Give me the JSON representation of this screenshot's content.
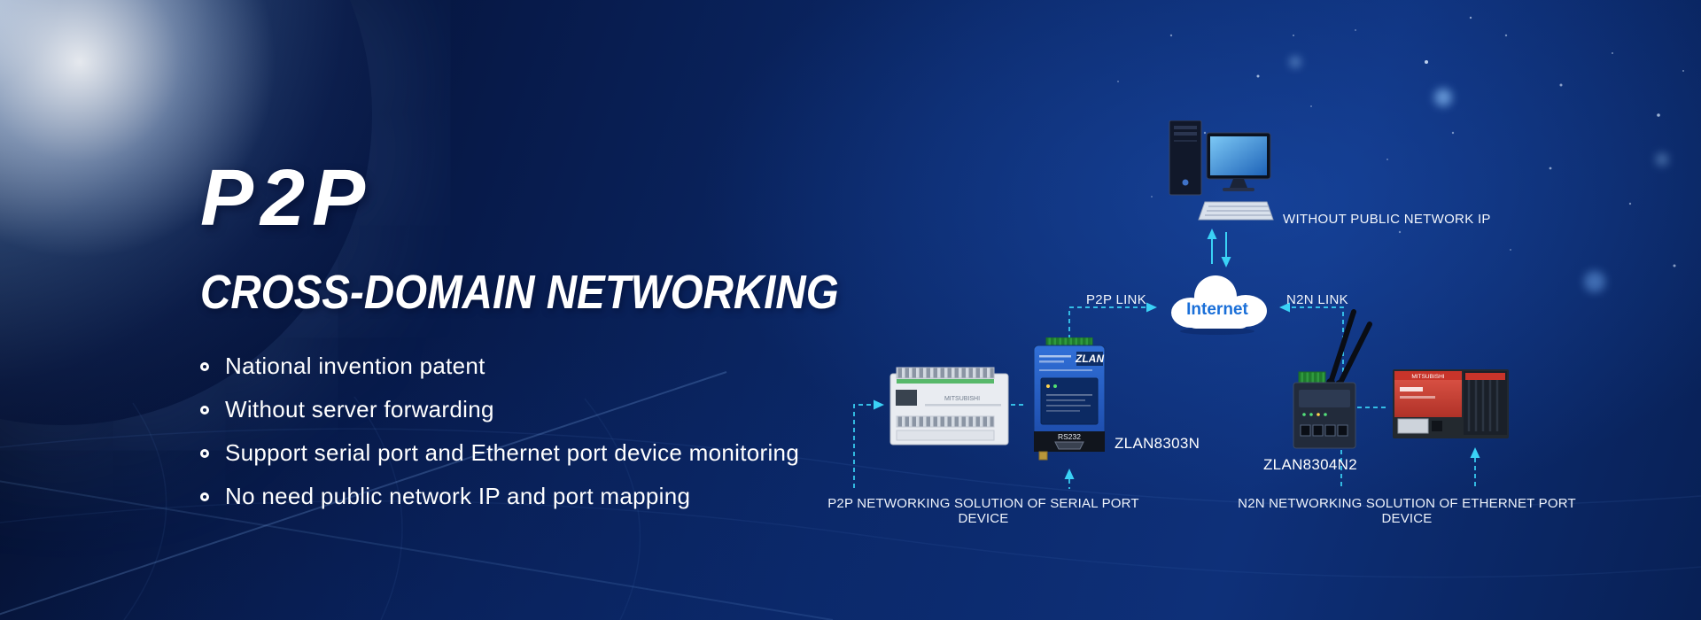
{
  "hero": {
    "title": "P2P",
    "subtitle": "CROSS-DOMAIN NETWORKING",
    "bullets": [
      "National invention patent",
      "Without server forwarding",
      "Support serial port and Ethernet port device monitoring",
      "No need public network IP and port mapping"
    ]
  },
  "diagram": {
    "pc_label": "WITHOUT PUBLIC NETWORK IP",
    "cloud_label": "Internet",
    "p2p_link_label": "P2P LINK",
    "n2n_link_label": "N2N LINK",
    "left_device": {
      "brand": "ZLAN",
      "port_label": "RS232",
      "model": "ZLAN8303N"
    },
    "right_device": {
      "model": "ZLAN8304N2"
    },
    "plc_brand": "MITSUBISHI",
    "caption_left": "P2P NETWORKING SOLUTION OF SERIAL PORT DEVICE",
    "caption_right": "N2N NETWORKING SOLUTION OF ETHERNET PORT DEVICE"
  },
  "colors": {
    "accent_cyan": "#3ad2f6",
    "internet_blue": "#1a6fd8",
    "background_navy": "#0b2868",
    "text_white": "#ffffff"
  }
}
